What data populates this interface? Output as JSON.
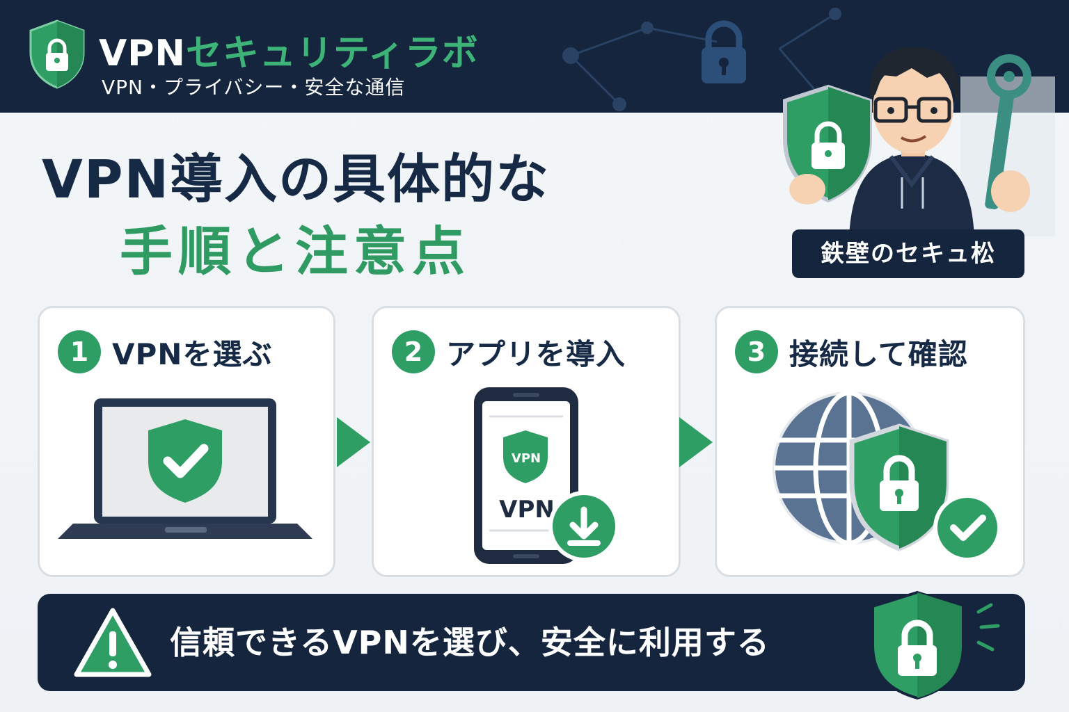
{
  "brand": {
    "title_vpn": "VPN",
    "title_rest": "セキュリティラボ",
    "subtitle": "VPN・プライバシー・安全な通信",
    "shield_icon": "shield-lock-icon"
  },
  "headline": {
    "line1": "VPN導入の具体的な",
    "line2": "手順と注意点"
  },
  "mascot": {
    "name": "鉄壁のセキュ松"
  },
  "steps": [
    {
      "number": "1",
      "title": "VPNを選ぶ",
      "icon": "laptop-shield-check-icon"
    },
    {
      "number": "2",
      "title": "アプリを導入",
      "icon": "smartphone-vpn-download-icon",
      "app_label_small": "VPN",
      "app_label_large": "VPN"
    },
    {
      "number": "3",
      "title": "接続して確認",
      "icon": "globe-shield-lock-check-icon"
    }
  ],
  "banner": {
    "text": "信頼できるVPNを選び、安全に利用する",
    "left_icon": "warning-icon",
    "right_icon": "shield-lock-icon"
  },
  "colors": {
    "navy": "#14253d",
    "green": "#2e9e64",
    "green_light": "#3db377",
    "text_dark": "#172a45"
  }
}
